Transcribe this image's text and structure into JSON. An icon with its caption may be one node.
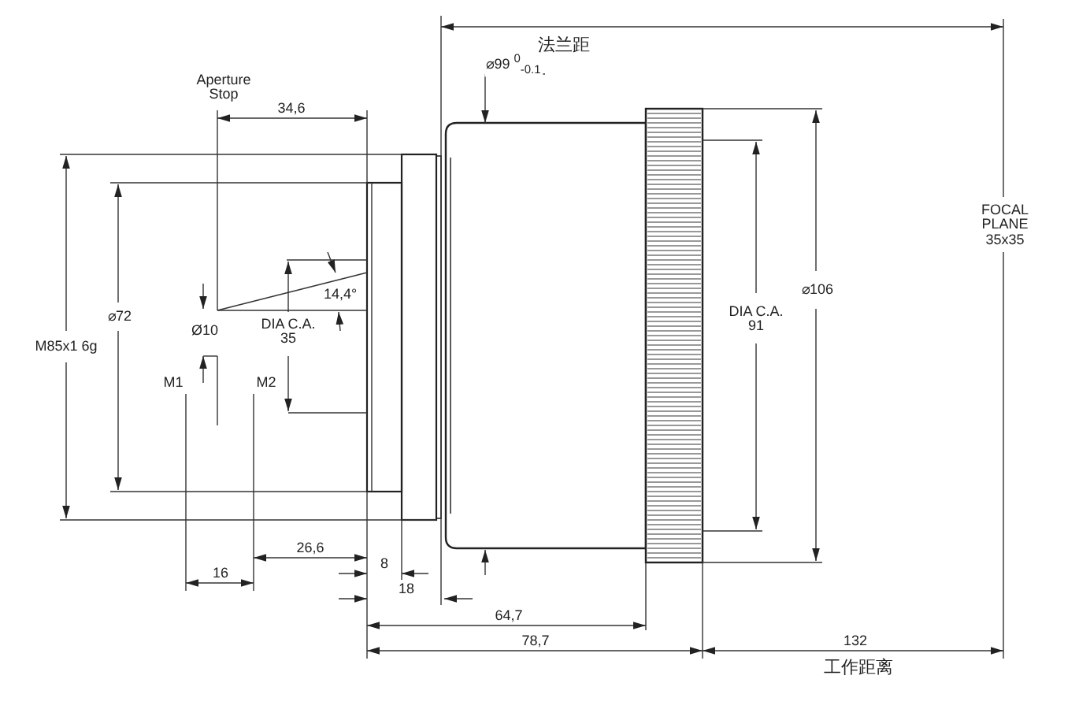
{
  "diagram": {
    "labels": [
      "法兰距",
      "⌀99 $^{0}$$_{-0.1}$",
      "Aperture Stop",
      "34,6",
      "FOCAL PLANE 35x35",
      "14,4°",
      "⌀72",
      "⌀106",
      "Ø10",
      "DIA C.A. 35",
      "DIA C.A. 91",
      "M85x1 6g",
      "M1",
      "M2",
      "26,6",
      "8",
      "16",
      "18",
      "64,7",
      "78,7",
      "132",
      "工作距离"
    ]
  }
}
